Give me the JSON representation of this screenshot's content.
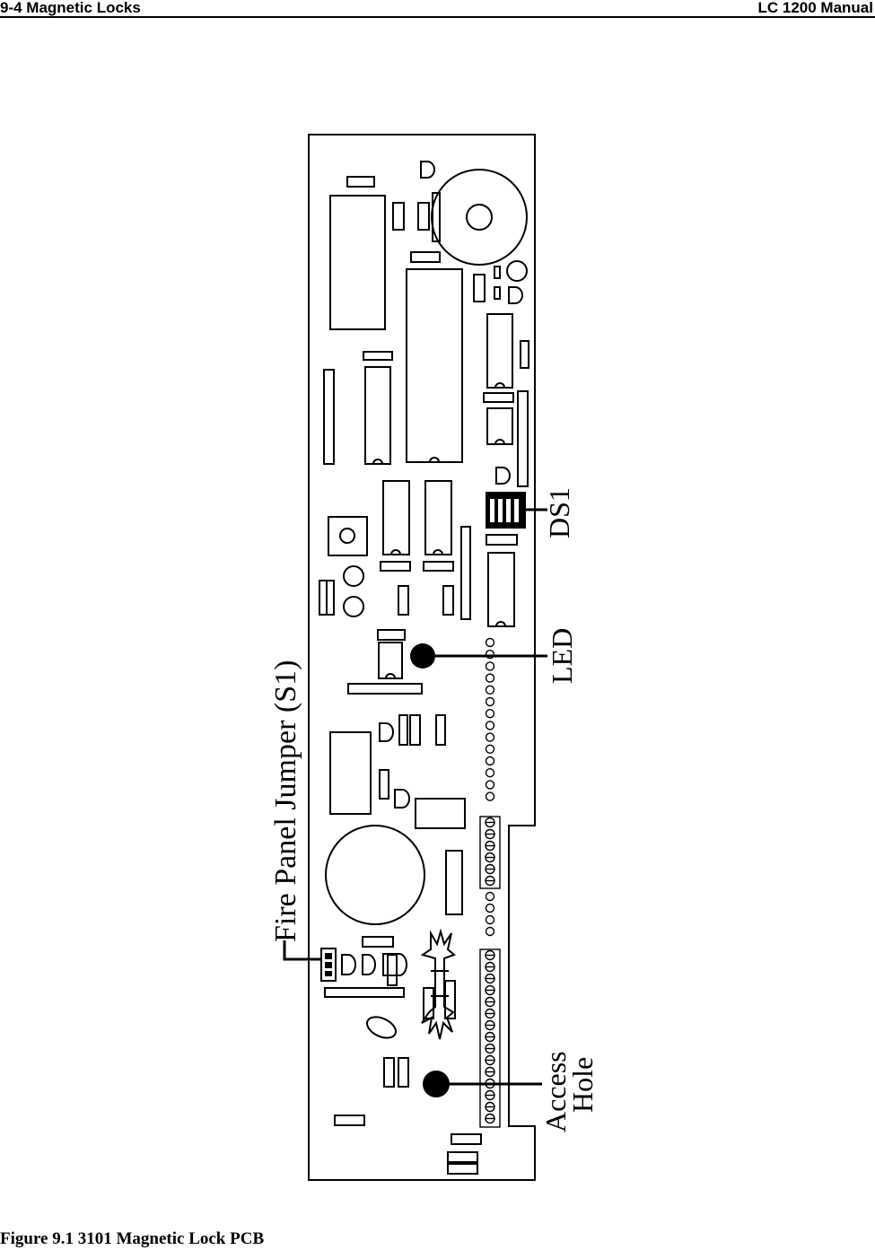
{
  "header": {
    "section": "9-4 Magnetic Locks",
    "manual": "LC 1200 Manual"
  },
  "figure": {
    "labels": {
      "ds1": "DS1",
      "led": "LED",
      "fire_panel_jumper": "Fire Panel Jumper (S1)",
      "access_line1": "Access",
      "access_line2": "Hole"
    }
  },
  "caption": "Figure 9.1 3101 Magnetic Lock PCB"
}
